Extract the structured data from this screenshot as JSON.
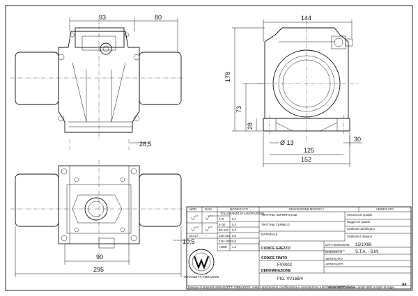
{
  "dimensions": {
    "top_width_left": "93",
    "top_width_right": "80",
    "side_width": "144",
    "side_height": "178",
    "center_height": "73",
    "foot_height": "28",
    "hole_dia": "Ø 13",
    "foot_spacing": "125",
    "foot_width": "30",
    "base_width": "152",
    "bottom_left": "90",
    "overall_length": "295",
    "small_offset": "28,5",
    "bottom_small": "10,5"
  },
  "title_block": {
    "col_headers": [
      "MOD.",
      "DATA",
      "MODIFICATO",
      "DESCRIZIONE MODIFICA",
      "VERIFICATO"
    ],
    "tolerance_header": "TOLLERANZE DI LAVORAZIONE",
    "treatments": [
      {
        "label": "TRATTAM. SUPERFICIALE",
        "value": "-"
      },
      {
        "label": "TRATTAM. TERMICO",
        "value": "-"
      },
      {
        "label": "MATERIALE",
        "value": "-"
      }
    ],
    "tolerance_rows": [
      {
        "range": "0÷6",
        "val": "0,1"
      },
      {
        "range": "6÷30",
        "val": "0,2"
      },
      {
        "range": "30÷120",
        "val": "0,3"
      },
      {
        "range": "120÷315",
        "val": "0,5"
      },
      {
        "range": "315÷1000",
        "val": "0,8"
      },
      {
        "range": ">1000",
        "val": "1,2"
      }
    ],
    "roughness_labels": [
      "Smussi non quotati",
      "Raggi non quotati",
      "Sostituito dal disegno",
      "Sostituito il disegno"
    ],
    "scale_label": "SCALA",
    "scale_value": "-",
    "codice_grezzo": "CODICE GREZZO",
    "codice_finito": "CODICE FINITO",
    "codice_finito_value": "FV4002",
    "denominazione": "DENOMINAZIONE",
    "denominazione_value": "FIG. VV16B/4",
    "data_emissione": "DATA EMISSIONE",
    "data_emissione_value": "15/10/98",
    "disegnato": "DISEGNATO",
    "disegnato_value": "S.T.A. - S.M.",
    "verificato": "VERIFICATO",
    "approvato": "APPROVATO",
    "sheet_size": "A4",
    "footer_left": "Disegno di proprietà VENANZETTI VIBRAZIONI. Vietata riproduzione, modificazione e consultazione a terzi senza autorizzazione.",
    "footer_right": "VENANZETTI declina i propri diritti a rigore di legge."
  },
  "logo": {
    "text": "VENANZETTI VIBRAZIONI"
  }
}
